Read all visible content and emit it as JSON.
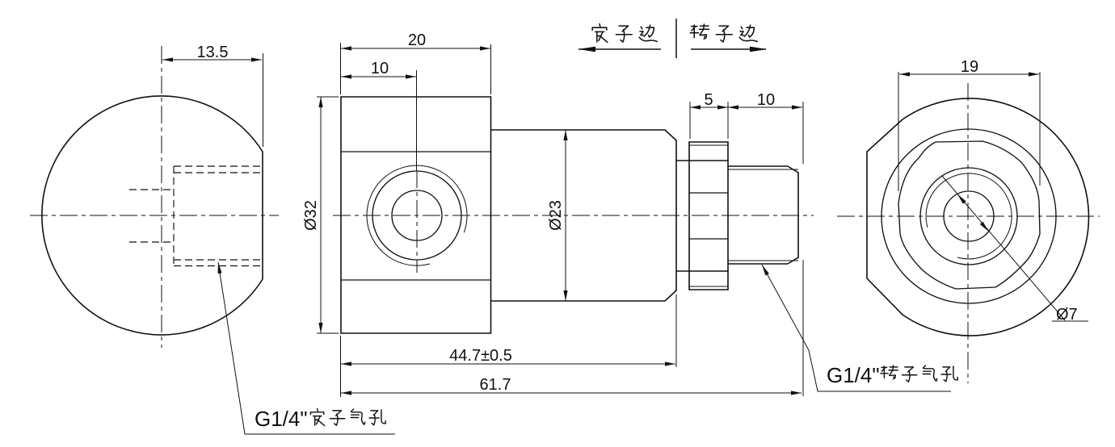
{
  "drawing": {
    "background": "#ffffff",
    "line_color": "#111111",
    "dimensions": {
      "stator_flat_width": "13.5",
      "flange_length": "20",
      "port_offset": "10",
      "flange_diameter": "Ø32",
      "body_diameter": "Ø23",
      "nut_length": "5",
      "thread_length": "10",
      "body_length": "44.7±0.5",
      "overall_length": "61.7",
      "rotor_ring_width": "19",
      "bore_diameter": "Ø7"
    },
    "labels": {
      "stator_side": "定子边",
      "rotor_side": "转子边",
      "stator_port": "G1/4\"定子气孔",
      "rotor_port": "G1/4\"转子气孔"
    }
  }
}
